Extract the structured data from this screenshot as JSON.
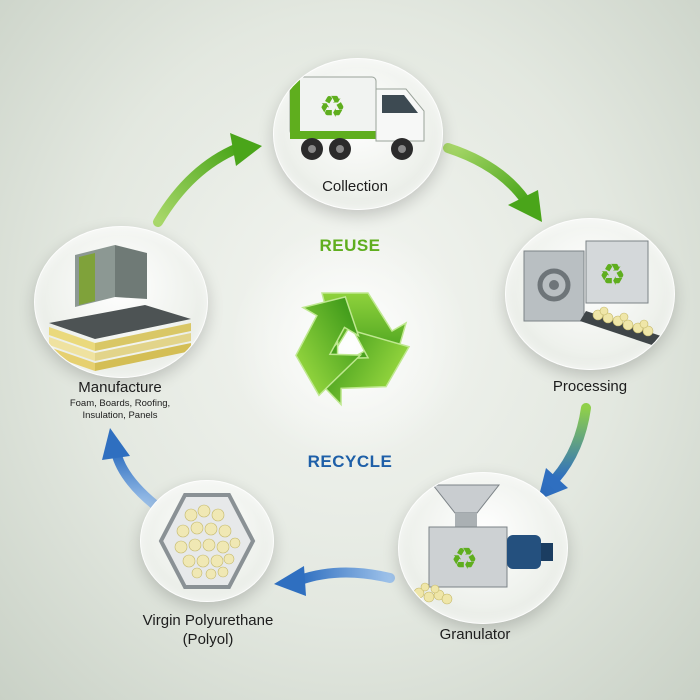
{
  "center": {
    "top_word": "REUSE",
    "bottom_word": "RECYCLE",
    "top_color": "#5fae1e",
    "bottom_color": "#1e5fa8"
  },
  "stages": {
    "collection": {
      "label": "Collection"
    },
    "processing": {
      "label": "Processing"
    },
    "granulator": {
      "label": "Granulator"
    },
    "polyol": {
      "label_line1": "Virgin Polyurethane",
      "label_line2": "(Polyol)"
    },
    "manufacture": {
      "label": "Manufacture",
      "detail_line1": "Foam, Boards, Roofing,",
      "detail_line2": "Insulation, Panels"
    }
  },
  "colors": {
    "green_arrow": "#6cbf2a",
    "blue_arrow": "#2f6fc0"
  }
}
